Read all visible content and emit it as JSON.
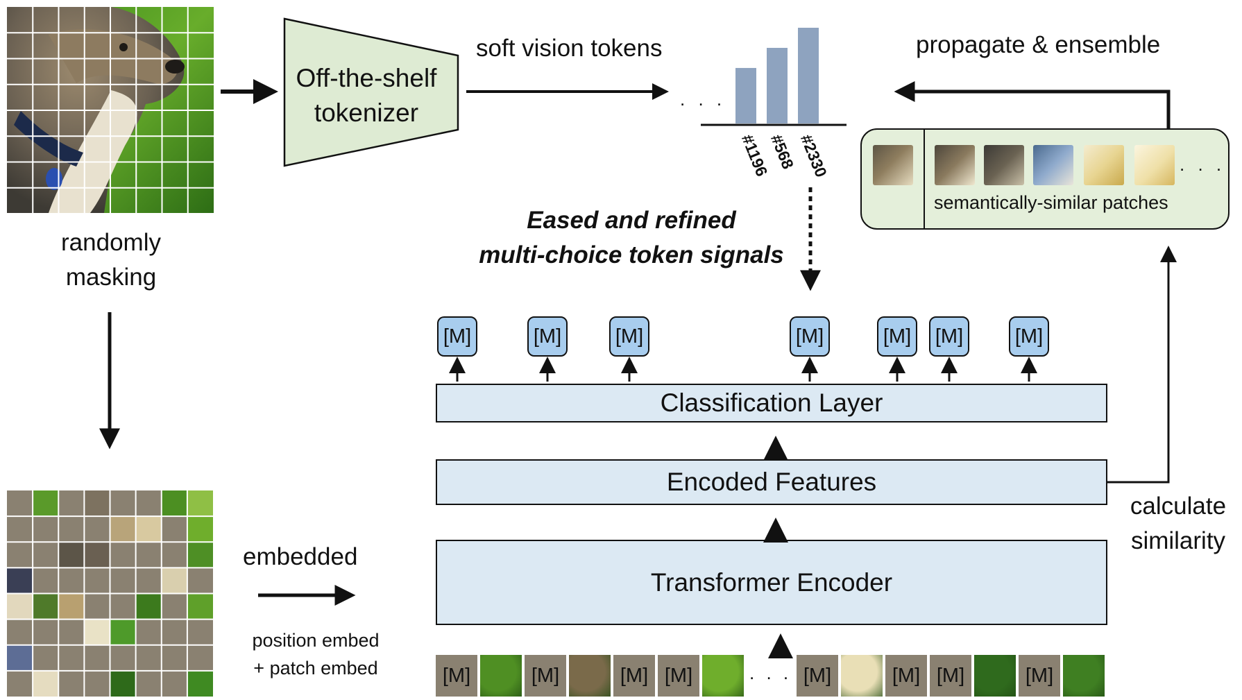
{
  "labels": {
    "randomly_masking": [
      "randomly",
      "masking"
    ],
    "tokenizer": [
      "Off-the-shelf",
      "tokenizer"
    ],
    "soft_vision_tokens": "soft vision tokens",
    "propagate": "propagate & ensemble",
    "semantically_similar": "semantically-similar patches",
    "eased": [
      "Eased and refined",
      "multi-choice token signals"
    ],
    "calculate_similarity": [
      "calculate",
      "similarity"
    ],
    "embedded": "embedded",
    "embed_note": [
      "position embed",
      "+ patch embed"
    ],
    "classification_layer": "Classification Layer",
    "encoded_features": "Encoded Features",
    "transformer_encoder": "Transformer Encoder",
    "mask_token": "[M]",
    "dots": ". . .",
    "token_ids": [
      "#1196",
      "#568",
      "#2330"
    ]
  },
  "output_mask_tokens": [
    "[M]",
    "[M]",
    "[M]",
    "[M]",
    "[M]",
    "[M]",
    "[M]"
  ],
  "input_sequence": [
    {
      "type": "mask",
      "label": "[M]"
    },
    {
      "type": "patch",
      "color": "#4f8f23"
    },
    {
      "type": "mask",
      "label": "[M]"
    },
    {
      "type": "patch",
      "color": "#7a6a4a"
    },
    {
      "type": "mask",
      "label": "[M]"
    },
    {
      "type": "mask",
      "label": "[M]"
    },
    {
      "type": "patch",
      "color": "#6fae2c"
    },
    {
      "type": "dots",
      "label": ". . ."
    },
    {
      "type": "mask",
      "label": "[M]"
    },
    {
      "type": "patch",
      "color": "#e9dfb6"
    },
    {
      "type": "mask",
      "label": "[M]"
    },
    {
      "type": "mask",
      "label": "[M]"
    },
    {
      "type": "patch",
      "color": "#2f6a1d"
    },
    {
      "type": "mask",
      "label": "[M]"
    },
    {
      "type": "patch",
      "color": "#3f7f22"
    }
  ],
  "token_histogram": {
    "values": [
      0.58,
      0.79,
      1.0
    ]
  },
  "colors": {
    "tokenizer_fill": "#deebd3",
    "panel_fill": "#e4efda",
    "box_fill": "#dce9f3",
    "mask_token_fill": "#a8cdee",
    "mask_gray": "#8a8171",
    "bar_fill": "#8ea3bf"
  }
}
